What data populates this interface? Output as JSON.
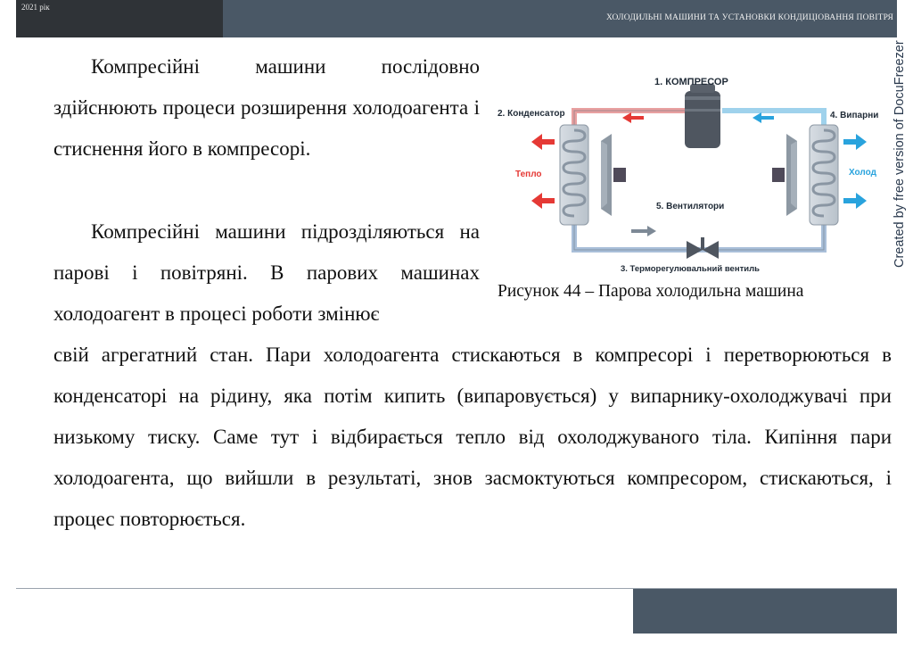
{
  "header": {
    "year": "2021 рік",
    "title": "ХОЛОДИЛЬНІ МАШИНИ ТА УСТАНОВКИ КОНДИЦІОВАННЯ ПОВІТРЯ"
  },
  "watermark": "Created by free version of DocuFreezer",
  "text": {
    "p1": "Компресійні машини послідовно здійснюють процеси розширення холодоагента і стиснення його в компресорі.",
    "p2": "Компресійні машини підрозділяються на парові і повітряні. В парових машинах холодоагент в процесі роботи змінює",
    "p3": "свій агрегатний стан. Пари холодоагента стискаються в компресорі і перетворюються в конденсаторі на рідину, яка потім кипить (випаровується) у випарнику-охолоджувачі при низькому тиску. Саме тут і відбирається тепло від охолоджуваного тіла. Кипіння пари холодоагента, що вийшли в результаті, знов засмоктуються компресором, стискаються, і процес повторюється."
  },
  "figure": {
    "labels": {
      "compressor": "1. КОМПРЕСОР",
      "condenser": "2. Конденсатор",
      "valve": "3. Терморегулювальний вентиль",
      "evaporator": "4. Випарни",
      "fans": "5. Вентилятори",
      "heat": "Тепло",
      "cold": "Холод"
    },
    "colors": {
      "hot_pipe": "#e8a0a0",
      "cold_pipe": "#9fd2ec",
      "loop_pipe": "#a9bfd9",
      "hot_arrow": "#e53935",
      "cold_arrow": "#29a3dd",
      "heat_text": "#e53935",
      "cold_text": "#29a3dd"
    },
    "caption": "Рисунок 44 – Парова холодильна машина"
  }
}
